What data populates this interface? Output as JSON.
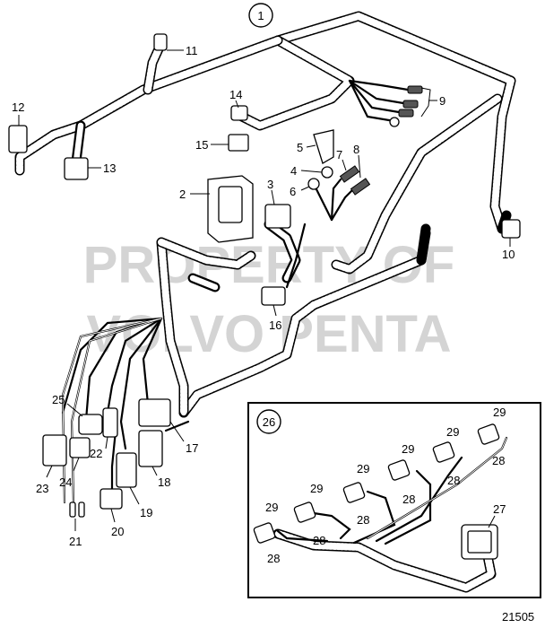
{
  "diagram": {
    "main_callout": "1",
    "watermark_line1": "PROPERTY OF",
    "watermark_line2": "VOLVO PENTA",
    "inset_callout": "26",
    "figure_number": "21505"
  },
  "labels": {
    "l2": "2",
    "l3": "3",
    "l4": "4",
    "l5": "5",
    "l6": "6",
    "l7": "7",
    "l8": "8",
    "l9": "9",
    "l10": "10",
    "l11": "11",
    "l12": "12",
    "l13": "13",
    "l14": "14",
    "l15": "15",
    "l16": "16",
    "l17": "17",
    "l18": "18",
    "l19": "19",
    "l20": "20",
    "l21": "21",
    "l22": "22",
    "l23": "23",
    "l24": "24",
    "l25": "25",
    "l27": "27",
    "l28a": "28",
    "l28b": "28",
    "l28c": "28",
    "l28d": "28",
    "l28e": "28",
    "l28f": "28",
    "l29a": "29",
    "l29b": "29",
    "l29c": "29",
    "l29d": "29",
    "l29e": "29",
    "l29f": "29"
  }
}
